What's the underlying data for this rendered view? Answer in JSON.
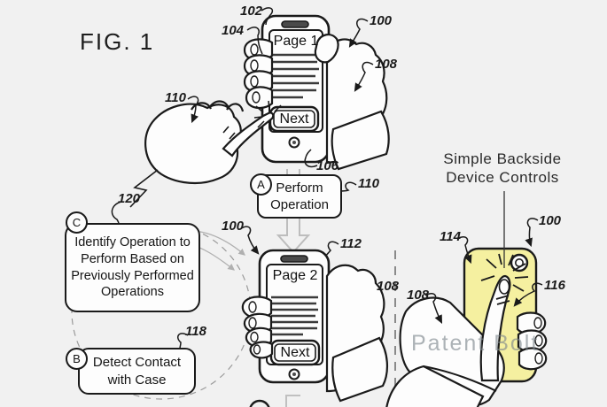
{
  "figure_label": "FIG. 1",
  "annotation_title": {
    "line1": "Simple Backside",
    "line2": "Device Controls"
  },
  "watermark": "Patent Bolt",
  "phone1": {
    "header": "Page 1",
    "button": "Next"
  },
  "phone2": {
    "header": "Page 2",
    "button": "Next"
  },
  "callouts": {
    "a": {
      "letter": "A",
      "line1": "Perform",
      "line2": "Operation",
      "ref": "110"
    },
    "b": {
      "letter": "B",
      "line1": "Detect Contact",
      "line2": "with Case",
      "ref": "118"
    },
    "c": {
      "letter": "C",
      "line1": "Identify Operation to",
      "line2": "Perform Based on",
      "line3": "Previously Performed",
      "line4": "Operations",
      "ref": "120"
    }
  },
  "refs": {
    "n102": "102",
    "n104": "104",
    "n100_top": "100",
    "n108_top": "108",
    "n110_hand": "110",
    "n106": "106",
    "n100_mid": "100",
    "n112": "112",
    "n108_mid": "108",
    "n114": "114",
    "n100_right": "100",
    "n108_right": "108",
    "n116": "116"
  },
  "colors": {
    "background": "#f1f1f1",
    "ink": "#1a1a1a",
    "phone_back_yellow": "#f5f0a0",
    "gray_arrow": "#bdbdbd",
    "watermark_gray": "#7a858a"
  }
}
